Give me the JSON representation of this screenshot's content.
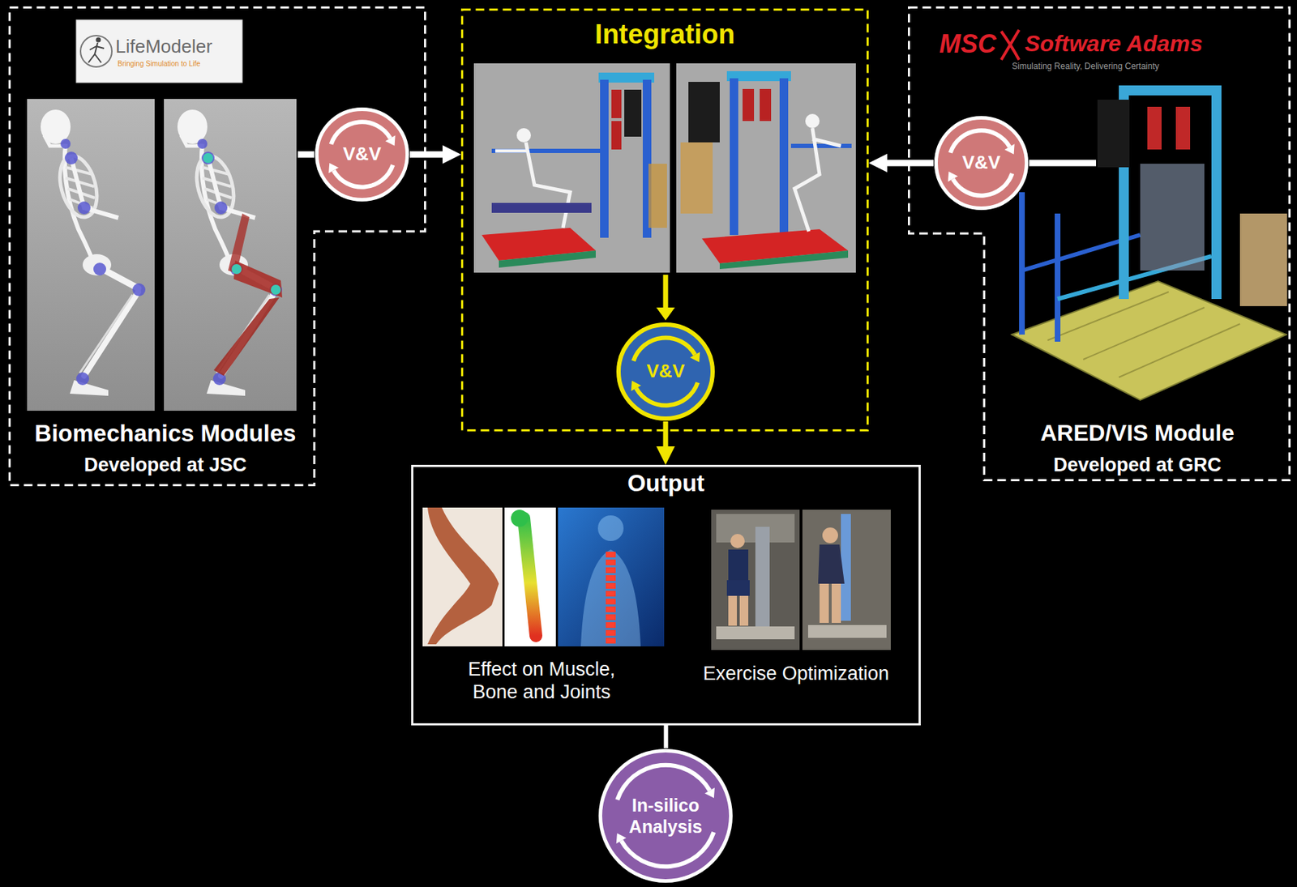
{
  "diagram": {
    "nodes": [
      {
        "text": [
          "Biomechanics Modules",
          "Developed at JSC"
        ]
      },
      {
        "text": [
          "V&V"
        ],
        "in": 0
      },
      {
        "text": [
          "Integration"
        ]
      },
      {
        "text": [
          "V&V"
        ],
        "in": 2
      },
      {
        "text": [
          "ARED/VIS Module",
          "Developed at GRC"
        ]
      },
      {
        "text": [
          "V&V"
        ],
        "in": 4
      },
      {
        "text": [
          "Output"
        ]
      },
      {
        "text": [
          "In-silico Analysis"
        ]
      }
    ],
    "edges": [
      {
        "from": 1,
        "to": 2,
        "arrow": "to"
      },
      {
        "from": 5,
        "to": 2,
        "arrow": "to"
      },
      {
        "from": 3,
        "to": 6,
        "arrow": "to"
      },
      {
        "from": 6,
        "to": 7,
        "arrow": "none"
      }
    ],
    "labels": [
      "LifeModeler",
      "Bringing Simulation to Life",
      "MSC",
      "Software Adams",
      "Simulating Reality, Delivering Certainty",
      "Effect on Muscle, Bone and Joints",
      "Exercise Optimization"
    ]
  }
}
